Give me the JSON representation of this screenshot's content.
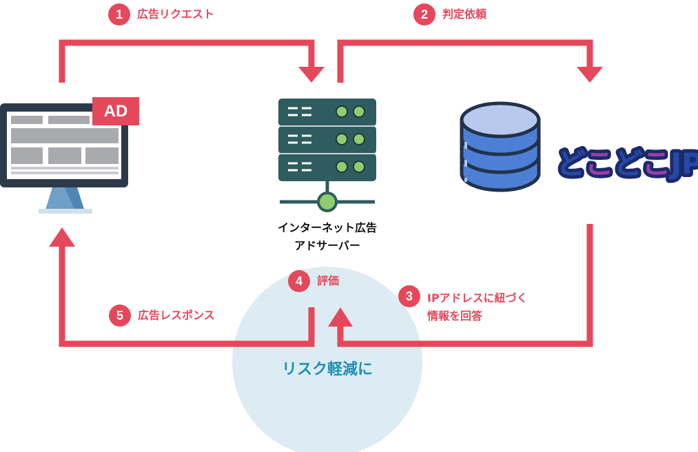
{
  "steps": [
    {
      "num": "1",
      "label": "広告リクエスト"
    },
    {
      "num": "2",
      "label": "判定依頼"
    },
    {
      "num": "3",
      "label_line1": "IPアドレスに紐づく",
      "label_line2": "情報を回答"
    },
    {
      "num": "4",
      "label": "評価"
    },
    {
      "num": "5",
      "label": "広告レスポンス"
    }
  ],
  "ad_badge": "AD",
  "server_label": {
    "line1": "インターネット広告",
    "line2": "アドサーバー"
  },
  "circle_text": "リスク軽減に",
  "logo_text": "どこどこJP",
  "colors": {
    "accent": "#e5485a",
    "circle": "#dcecf2",
    "circle_text": "#1f8fb4",
    "server": "#2f5c5e",
    "database": "#4e7fd6",
    "monitor": "#2b3a4b"
  },
  "icons": [
    "monitor-icon",
    "server-icon",
    "database-icon"
  ]
}
